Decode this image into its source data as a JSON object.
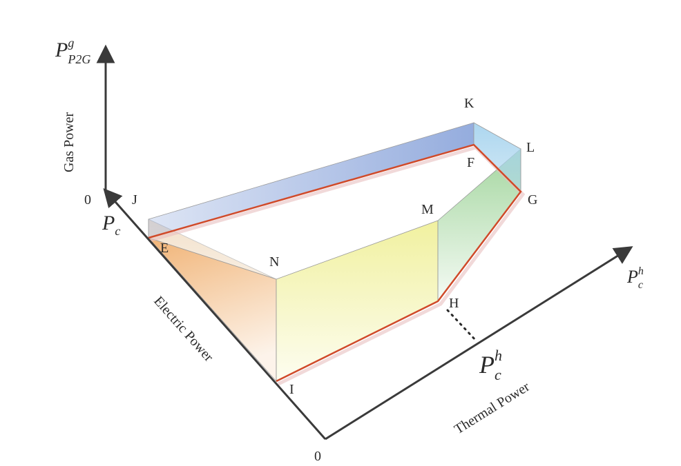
{
  "axes": {
    "vertical": {
      "title": "Gas Power",
      "symbol": "P",
      "sup": "g",
      "sub": "P2G",
      "zero": "0"
    },
    "left": {
      "title": "Electric Power",
      "symbol": "P",
      "sub": "c",
      "zero": "0"
    },
    "right": {
      "title": "Thermal Power",
      "symbol": "P",
      "sup": "h",
      "sub": "c"
    }
  },
  "marker": {
    "symbol": "P",
    "sup": "h",
    "sub": "c"
  },
  "points": [
    "J",
    "E",
    "N",
    "M",
    "K",
    "F",
    "L",
    "G",
    "H",
    "I"
  ],
  "colors": {
    "axis": "#3a3a3a",
    "edge": "#d04a2a",
    "face_orange": "#f0b070",
    "face_yellow": "#f0f09a",
    "face_green": "#9fd49a",
    "face_blue": "#8fa8dc",
    "face_sky": "#a8d4ee"
  }
}
